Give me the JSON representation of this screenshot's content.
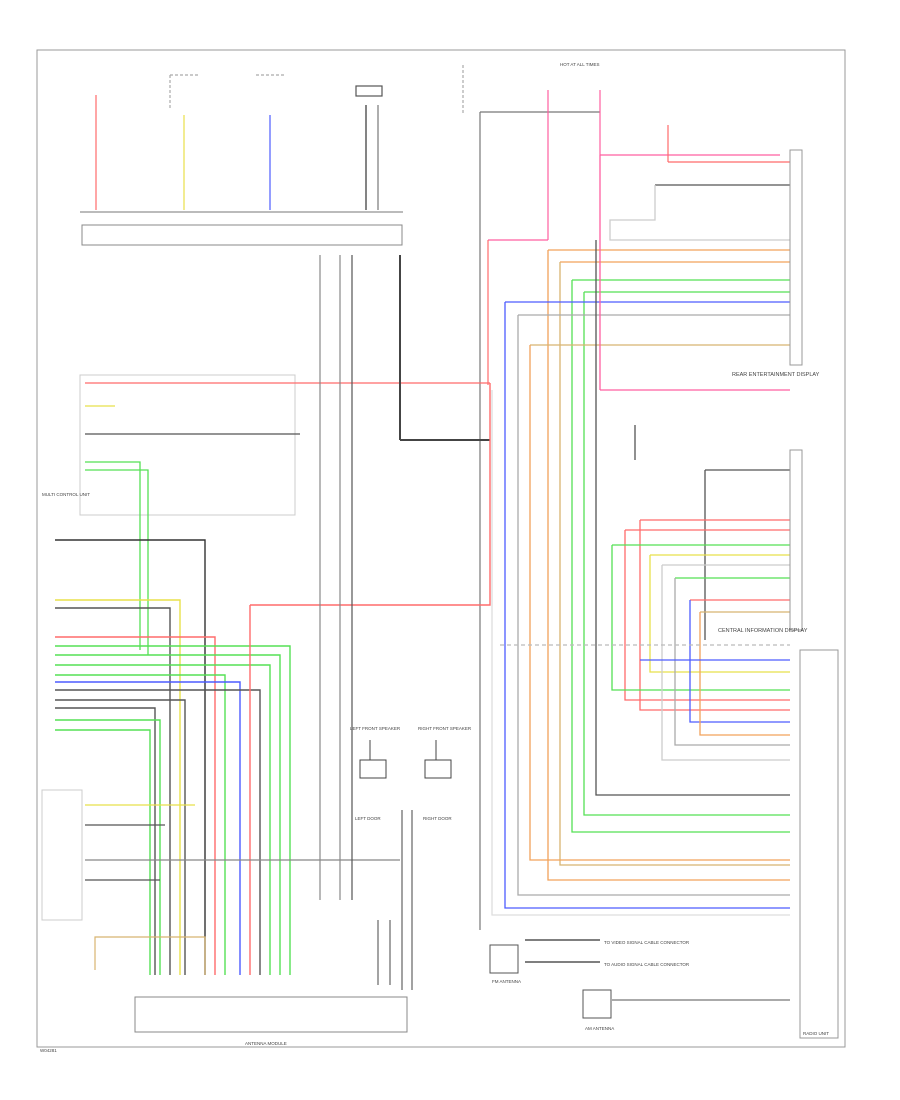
{
  "diagram": {
    "labels": {
      "top_center": "HOT AT ALL TIMES",
      "rear_upper": "REAR ENTERTAINMENT DISPLAY",
      "central_lower": "CENTRAL INFORMATION DISPLAY",
      "multi_left": "MULTI CONTROL UNIT",
      "left_speaker": "LEFT FRONT SPEAKER",
      "right_speaker": "RIGHT FRONT SPEAKER",
      "left_door": "LEFT DOOR",
      "right_door": "RIGHT DOOR",
      "bottom_connector": "ANTENNA MODULE",
      "bottom_right_box": "RADIO UNIT",
      "antenna_left": "FM ANTENNA",
      "antenna_right": "AM ANTENNA",
      "cable_upper": "TO VIDEO SIGNAL CABLE CONNECTOR",
      "cable_lower": "TO AUDIO SIGNAL CABLE CONNECTOR",
      "page_id": "W04281"
    },
    "colors": {
      "red": "#ff6b6b",
      "pink": "#ff5fa0",
      "yellow": "#e8e04a",
      "blue": "#4d5cff",
      "green": "#55e055",
      "orange": "#f2a25a",
      "tan": "#d8b470",
      "gray": "#9a9a9a",
      "black": "#2a2a2a",
      "frame": "#999999"
    }
  }
}
